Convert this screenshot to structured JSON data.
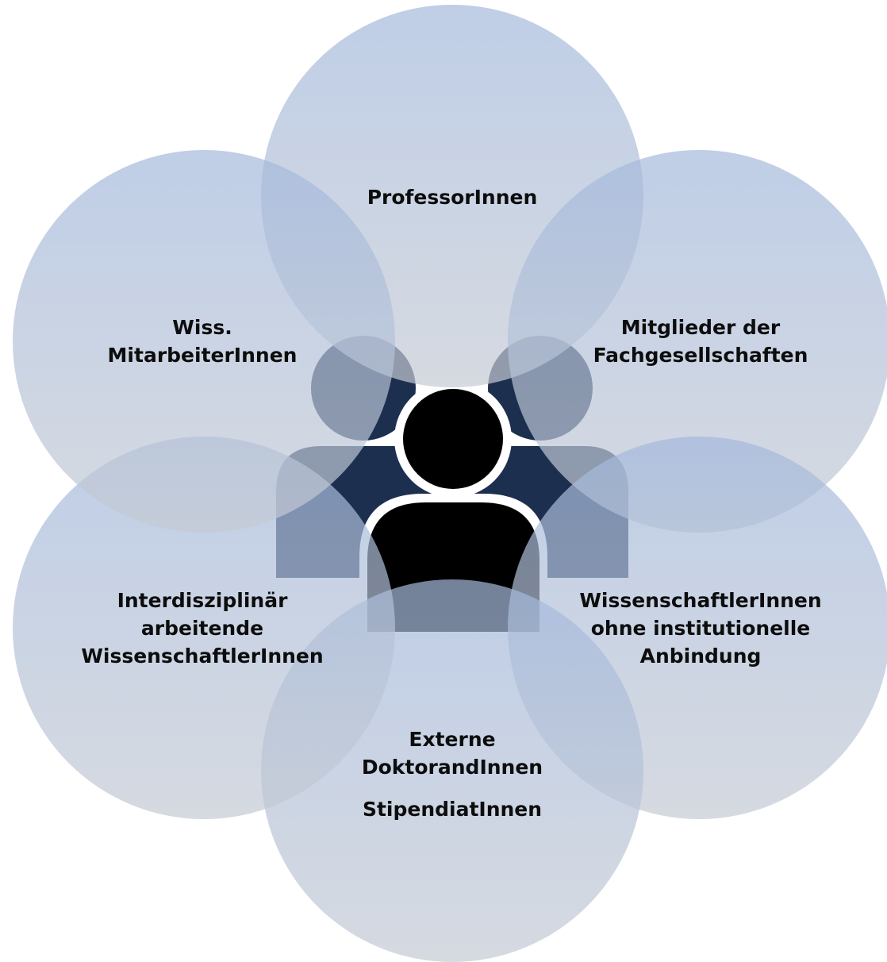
{
  "colors": {
    "circle_gradient_top": "#a4b9dc",
    "circle_gradient_bottom": "#c4cad4",
    "circle_opacity": 0.7,
    "people_icon_front": "#000000",
    "people_icon_back": "#1d2f4e",
    "people_icon_outline": "#ffffff",
    "label_text": "#0d0d0d"
  },
  "center_icon": "people-group-icon",
  "groups": [
    {
      "id": "professoren",
      "lines": [
        "ProfessorInnen"
      ]
    },
    {
      "id": "fachgesellschaften",
      "lines": [
        "Mitglieder der",
        "Fachgesellschaften"
      ]
    },
    {
      "id": "ohne-anbindung",
      "lines": [
        "WissenschaftlerInnen",
        "ohne institutionelle",
        "Anbindung"
      ]
    },
    {
      "id": "extern",
      "lines": [
        "Externe",
        "DoktorandInnen"
      ],
      "extra_line": "StipendiatInnen"
    },
    {
      "id": "interdisziplinaer",
      "lines": [
        "Interdisziplinär",
        "arbeitende",
        "WissenschaftlerInnen"
      ]
    },
    {
      "id": "mitarbeiter",
      "lines": [
        "Wiss.",
        "MitarbeiterInnen"
      ]
    }
  ]
}
